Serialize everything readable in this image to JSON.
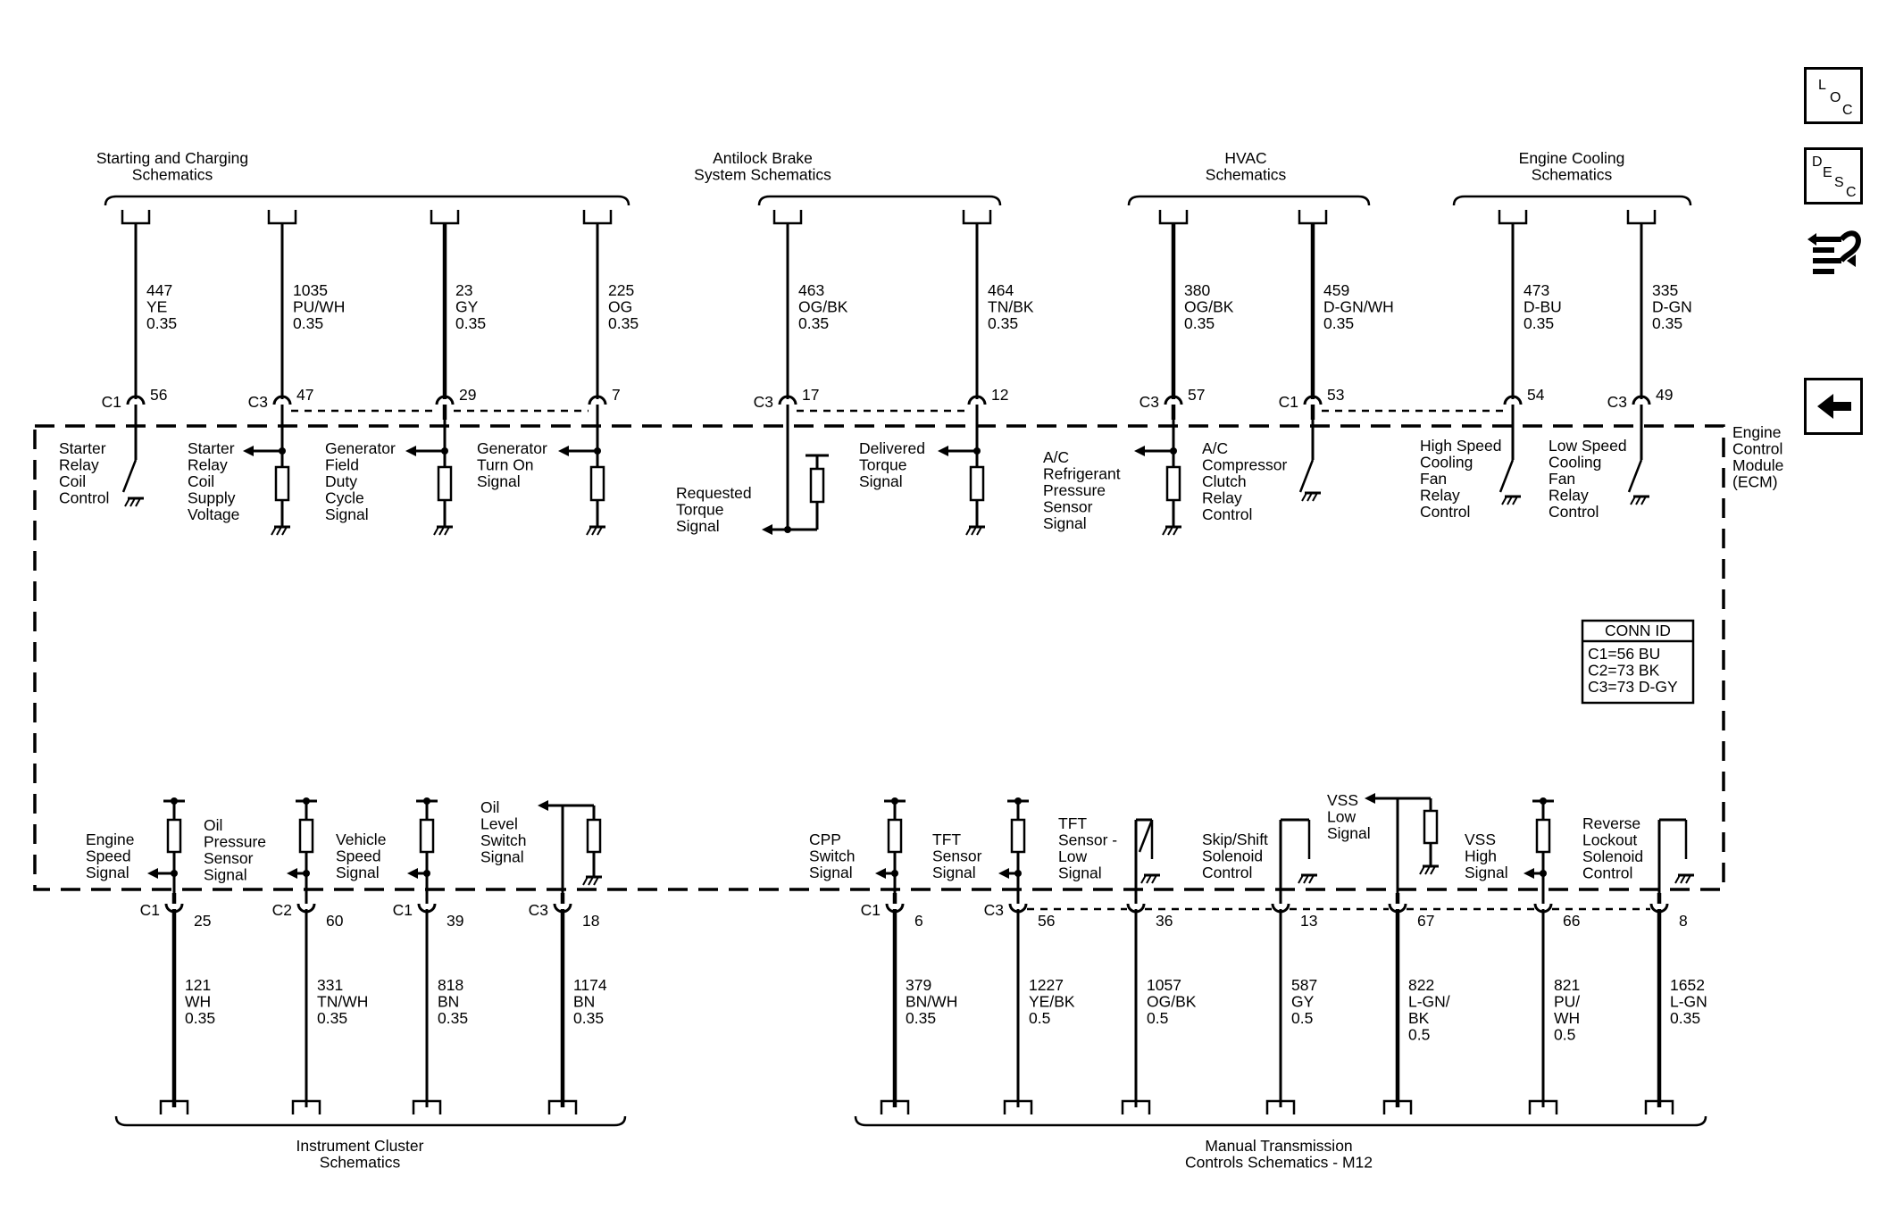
{
  "nav": {
    "loc": {
      "l": "L",
      "o": "O",
      "c": "C"
    },
    "desc": {
      "d": "D",
      "e": "E",
      "s": "S",
      "c": "C"
    },
    "connector_icon": "connector-path-icon",
    "back_icon": "left-arrow-icon"
  },
  "module_label": [
    "Engine",
    "Control",
    "Module",
    "(ECM)"
  ],
  "conn_id": {
    "title": "CONN ID",
    "lines": [
      "C1=56 BU",
      "C2=73 BK",
      "C3=73 D-GY"
    ]
  },
  "top_groups": [
    {
      "lines": [
        "Starting and Charging",
        "Schematics"
      ]
    },
    {
      "lines": [
        "Antilock Brake",
        "System Schematics"
      ]
    },
    {
      "lines": [
        "HVAC",
        "Schematics"
      ]
    },
    {
      "lines": [
        "Engine Cooling",
        "Schematics"
      ]
    }
  ],
  "bottom_groups": [
    {
      "lines": [
        "Instrument Cluster",
        "Schematics"
      ]
    },
    {
      "lines": [
        "Manual Transmission",
        "Controls Schematics - M12"
      ]
    }
  ],
  "top_circuits": [
    {
      "conn": "C1",
      "pin": "56",
      "wire": [
        "447",
        "YE",
        "0.35"
      ],
      "signal": [
        "Starter",
        "Relay",
        "Coil",
        "Control"
      ]
    },
    {
      "conn": "C3",
      "pin": "47",
      "wire": [
        "1035",
        "PU/WH",
        "0.35"
      ],
      "signal": [
        "Starter",
        "Relay",
        "Coil",
        "Supply",
        "Voltage"
      ]
    },
    {
      "conn": "",
      "pin": "29",
      "wire": [
        "23",
        "GY",
        "0.35"
      ],
      "signal": [
        "Generator",
        "Field",
        "Duty",
        "Cycle",
        "Signal"
      ]
    },
    {
      "conn": "",
      "pin": "7",
      "wire": [
        "225",
        "OG",
        "0.35"
      ],
      "signal": [
        "Generator",
        "Turn On",
        "Signal"
      ]
    },
    {
      "conn": "C3",
      "pin": "17",
      "wire": [
        "463",
        "OG/BK",
        "0.35"
      ],
      "signal": [
        "Requested",
        "Torque",
        "Signal"
      ]
    },
    {
      "conn": "",
      "pin": "12",
      "wire": [
        "464",
        "TN/BK",
        "0.35"
      ],
      "signal": [
        "Delivered",
        "Torque",
        "Signal"
      ]
    },
    {
      "conn": "C3",
      "pin": "57",
      "wire": [
        "380",
        "OG/BK",
        "0.35"
      ],
      "signal": [
        "A/C",
        "Refrigerant",
        "Pressure",
        "Sensor",
        "Signal"
      ]
    },
    {
      "conn": "C1",
      "pin": "53",
      "wire": [
        "459",
        "D-GN/WH",
        "0.35"
      ],
      "signal": [
        "A/C",
        "Compressor",
        "Clutch",
        "Relay",
        "Control"
      ]
    },
    {
      "conn": "",
      "pin": "54",
      "wire": [
        "473",
        "D-BU",
        "0.35"
      ],
      "signal": [
        "High Speed",
        "Cooling",
        "Fan",
        "Relay",
        "Control"
      ]
    },
    {
      "conn": "C3",
      "pin": "49",
      "wire": [
        "335",
        "D-GN",
        "0.35"
      ],
      "signal": [
        "Low Speed",
        "Cooling",
        "Fan",
        "Relay",
        "Control"
      ]
    }
  ],
  "bottom_circuits": [
    {
      "conn": "C1",
      "pin": "25",
      "wire": [
        "121",
        "WH",
        "0.35"
      ],
      "signal": [
        "Engine",
        "Speed",
        "Signal"
      ]
    },
    {
      "conn": "C2",
      "pin": "60",
      "wire": [
        "331",
        "TN/WH",
        "0.35"
      ],
      "signal": [
        "Oil",
        "Pressure",
        "Sensor",
        "Signal"
      ]
    },
    {
      "conn": "C1",
      "pin": "39",
      "wire": [
        "818",
        "BN",
        "0.35"
      ],
      "signal": [
        "Vehicle",
        "Speed",
        "Signal"
      ]
    },
    {
      "conn": "C3",
      "pin": "18",
      "wire": [
        "1174",
        "BN",
        "0.35"
      ],
      "signal": [
        "Oil",
        "Level",
        "Switch",
        "Signal"
      ]
    },
    {
      "conn": "C1",
      "pin": "6",
      "wire": [
        "379",
        "BN/WH",
        "0.35"
      ],
      "signal": [
        "CPP",
        "Switch",
        "Signal"
      ]
    },
    {
      "conn": "C3",
      "pin": "56",
      "wire": [
        "1227",
        "YE/BK",
        "0.5"
      ],
      "signal": [
        "TFT",
        "Sensor",
        "Signal"
      ]
    },
    {
      "conn": "",
      "pin": "36",
      "wire": [
        "1057",
        "OG/BK",
        "0.5"
      ],
      "signal": [
        "TFT",
        "Sensor -",
        "Low",
        "Signal"
      ]
    },
    {
      "conn": "",
      "pin": "13",
      "wire": [
        "587",
        "GY",
        "0.5"
      ],
      "signal": [
        "Skip/Shift",
        "Solenoid",
        "Control"
      ]
    },
    {
      "conn": "",
      "pin": "67",
      "wire": [
        "822",
        "L-GN/",
        "BK",
        "0.5"
      ],
      "signal": [
        "VSS",
        "Low",
        "Signal"
      ]
    },
    {
      "conn": "",
      "pin": "66",
      "wire": [
        "821",
        "PU/",
        "WH",
        "0.5"
      ],
      "signal": [
        "VSS",
        "High",
        "Signal"
      ]
    },
    {
      "conn": "",
      "pin": "8",
      "wire": [
        "1652",
        "L-GN",
        "0.35"
      ],
      "signal": [
        "Reverse",
        "Lockout",
        "Solenoid",
        "Control"
      ]
    }
  ]
}
